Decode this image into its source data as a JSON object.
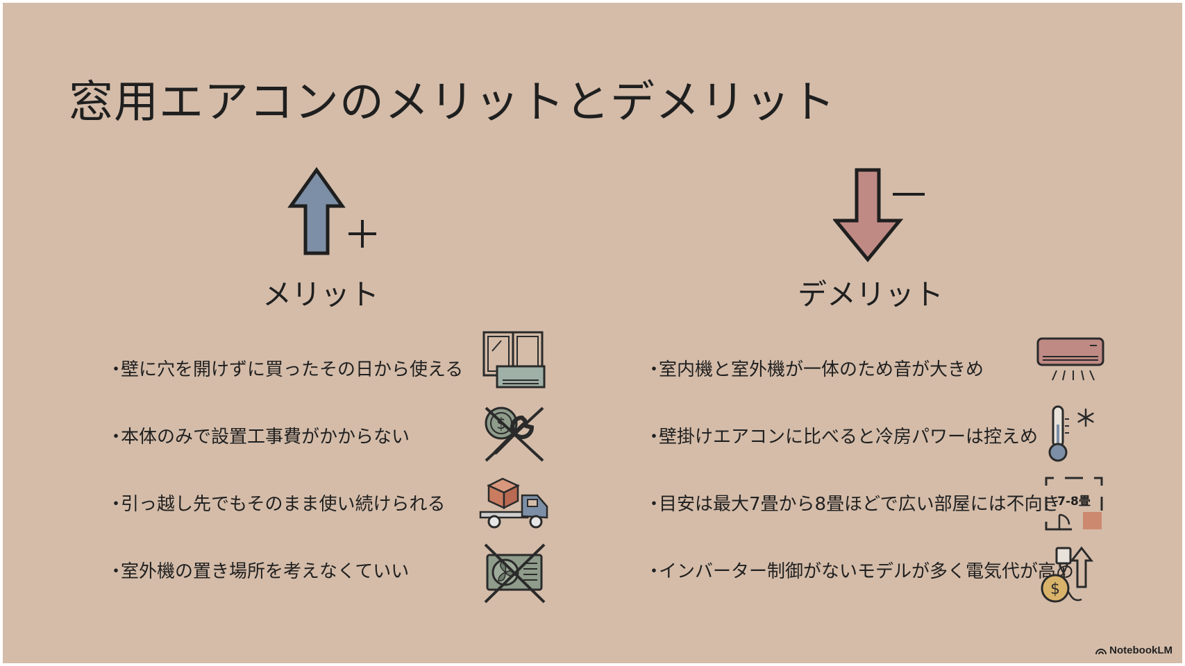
{
  "slide": {
    "title": "窓用エアコンのメリットとデメリット",
    "merit": {
      "heading": "メリット",
      "items": [
        "壁に穴を開けずに買ったその日から使える",
        "本体のみで設置工事費がかからない",
        "引っ越し先でもそのまま使い続けられる",
        "室外機の置き場所を考えなくていい"
      ]
    },
    "demerit": {
      "heading": "デメリット",
      "items": [
        "室内機と室外機が一体のため音が大きめ",
        "壁掛けエアコンに比べると冷房パワーは控えめ",
        "目安は最大7畳から8畳ほどで広い部屋には不向き",
        "インバーター制御がないモデルが多く電気代が高め"
      ],
      "room_size_label": "7-8畳"
    },
    "bullet": "・",
    "brand": "NotebookLM"
  },
  "colors": {
    "background": "#d4bca9",
    "merit_arrow": "#7d8fa6",
    "demerit_arrow": "#c08a84",
    "ink": "#1f1f1f"
  },
  "icons": {
    "merit": [
      "window-ac-icon",
      "no-cost-wrench-icon",
      "moving-truck-icon",
      "no-outdoor-unit-icon"
    ],
    "demerit": [
      "wall-ac-icon",
      "thermometer-snowflake-icon",
      "room-size-icon",
      "electricity-cost-up-icon"
    ]
  }
}
